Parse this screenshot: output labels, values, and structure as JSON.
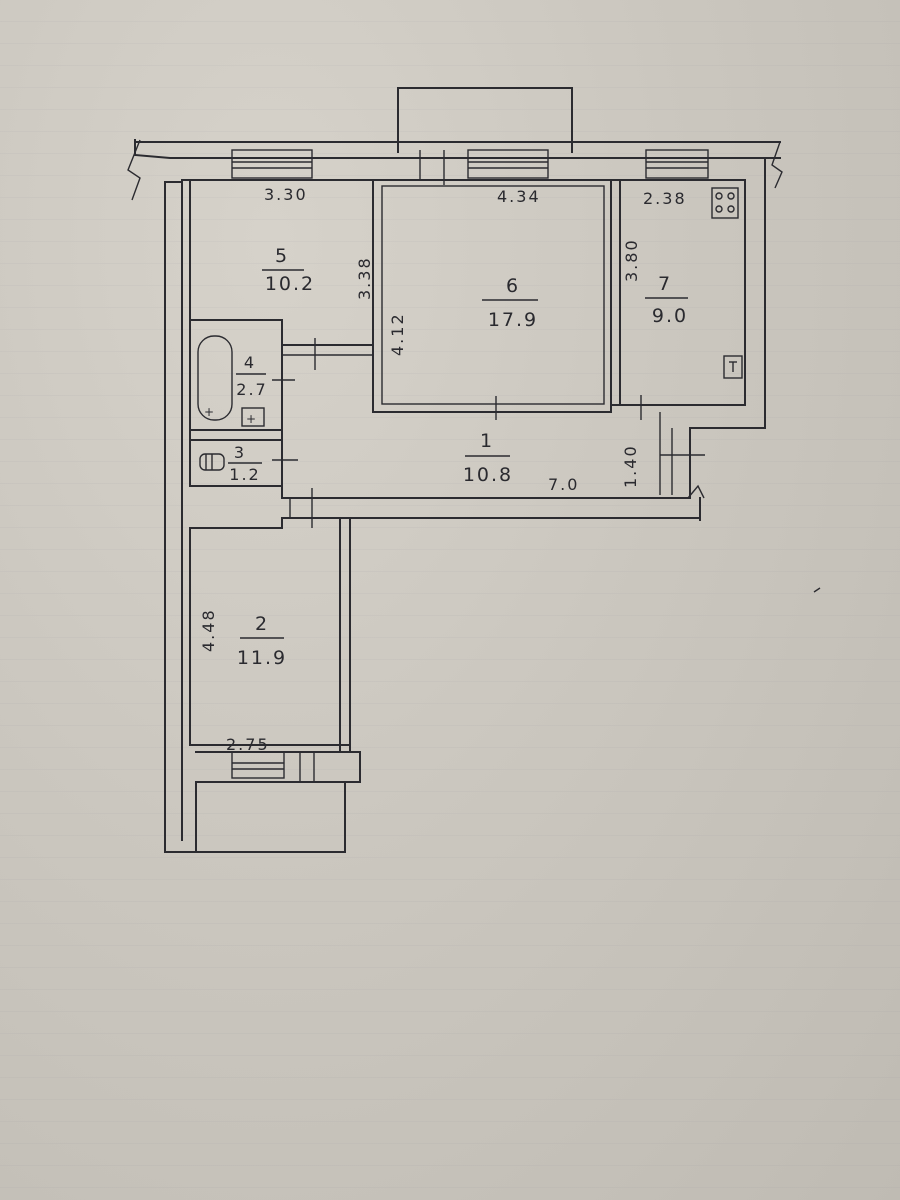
{
  "rooms": [
    {
      "number": "1",
      "area": "10.8"
    },
    {
      "number": "2",
      "area": "11.9"
    },
    {
      "number": "3",
      "area": "1.2"
    },
    {
      "number": "4",
      "area": "2.7"
    },
    {
      "number": "5",
      "area": "10.2"
    },
    {
      "number": "6",
      "area": "17.9"
    },
    {
      "number": "7",
      "area": "9.0"
    }
  ],
  "dimensions": {
    "room5_width": "3.30",
    "room5_depth": "3.38",
    "room6_width": "4.34",
    "room6_depth": "4.12",
    "room7_width": "2.38",
    "room7_depth": "3.80",
    "corridor_length": "7.0",
    "corridor_width": "1.40",
    "room2_depth": "4.48",
    "room2_width": "2.75"
  },
  "colors": {
    "ink": "#2b2b30",
    "paper": "#cdc9c1"
  }
}
